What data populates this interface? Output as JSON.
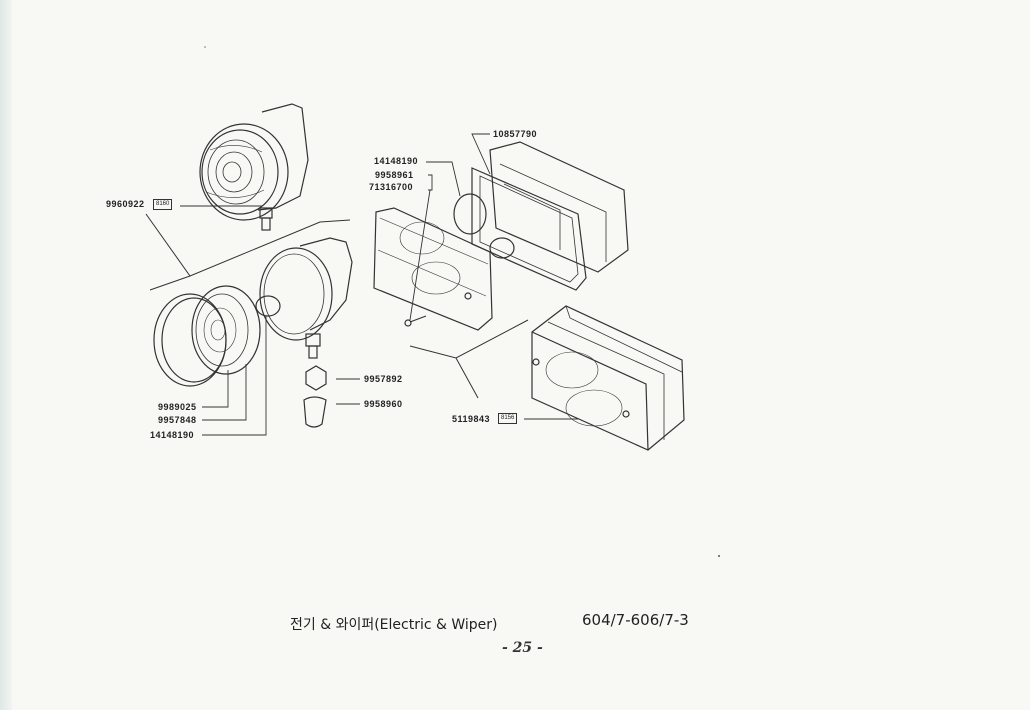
{
  "parts": {
    "p9960922": "9960922",
    "ref8160": "8160",
    "p14148190_top": "14148190",
    "p9958961": "9958961",
    "p71316700": "71316700",
    "p10857790": "10857790",
    "p9957892": "9957892",
    "p9958960": "9958960",
    "p9989025": "9989025",
    "p9957848": "9957848",
    "p14148190_bottom": "14148190",
    "p5119843": "5119843",
    "ref8156": "8156"
  },
  "footer": {
    "title": "전기 & 와이퍼(Electric & Wiper)",
    "code": "604/7-606/7-3",
    "page_number": "- 25 -"
  },
  "colors": {
    "paper": "#f8f8f5",
    "ink": "#222222"
  }
}
